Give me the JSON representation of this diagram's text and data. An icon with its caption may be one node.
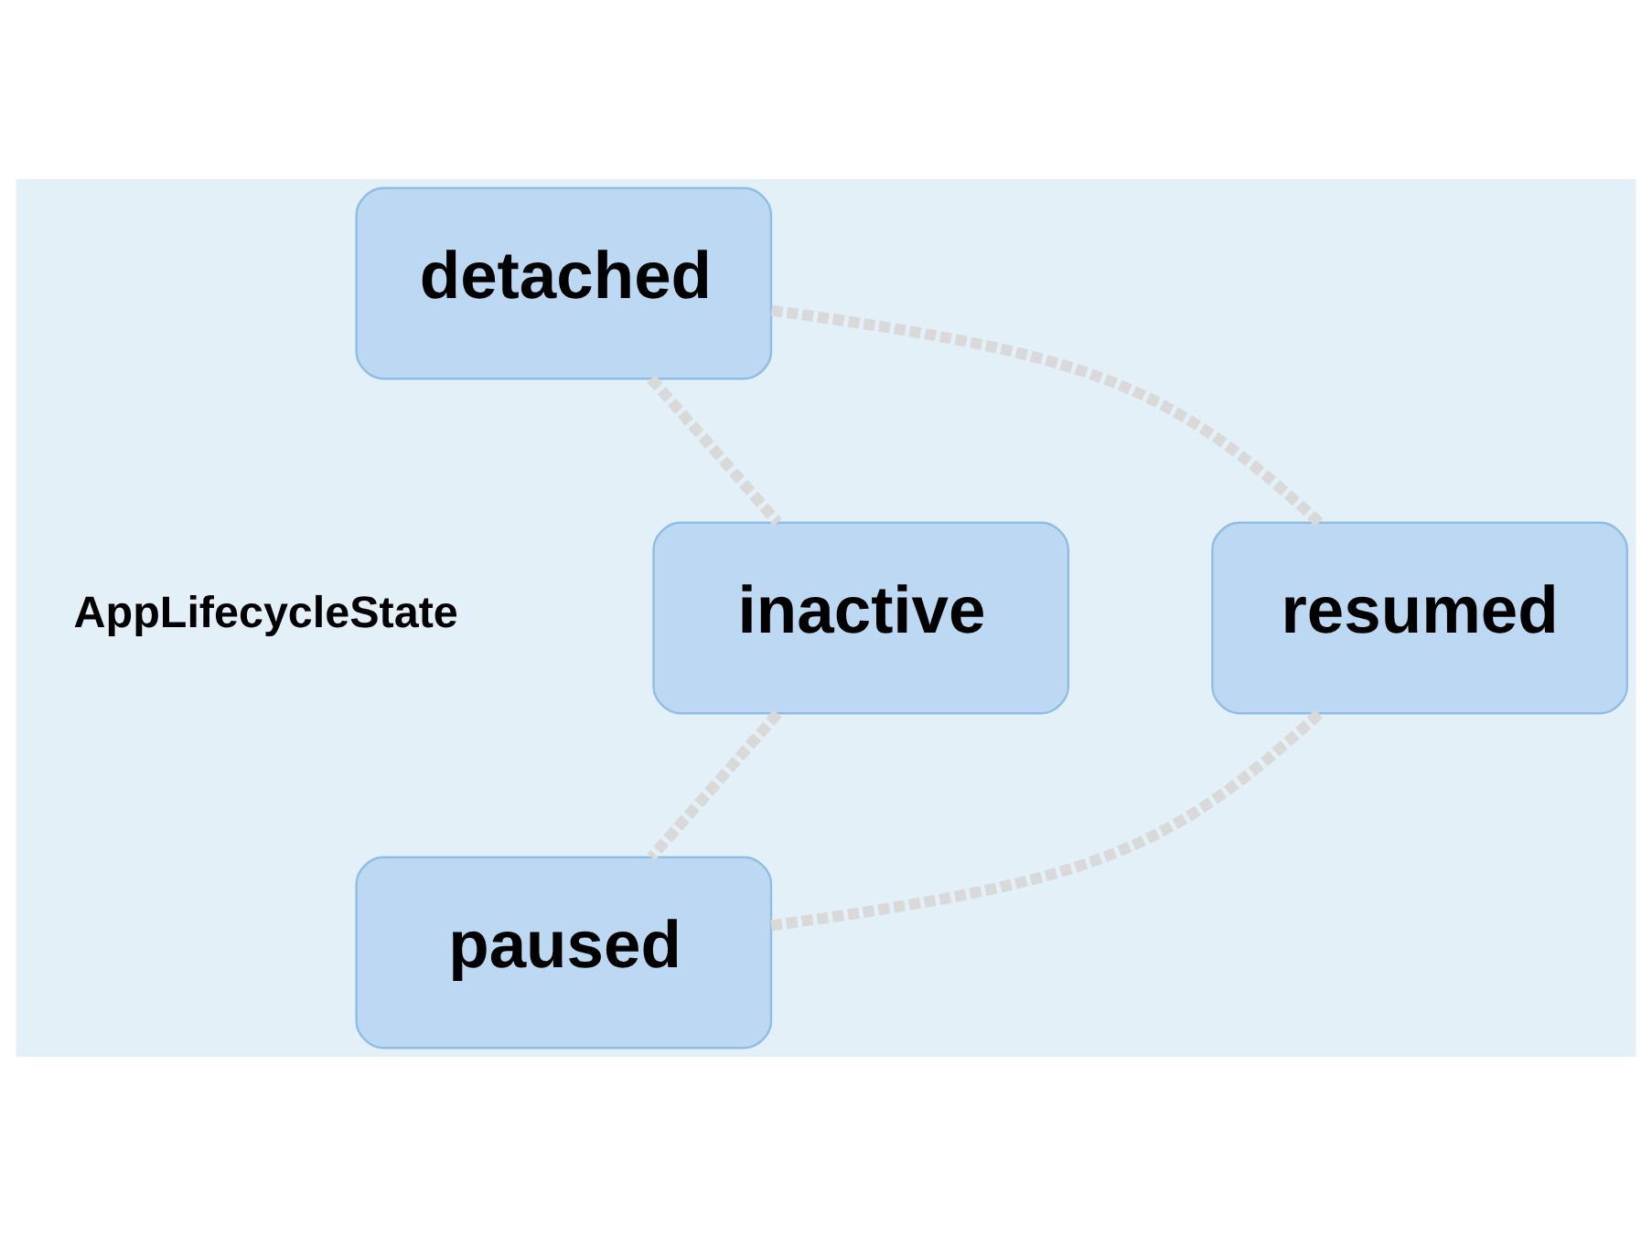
{
  "diagram": {
    "nodes": [
      {
        "text": [
          "detached"
        ]
      },
      {
        "text": [
          "resumed"
        ]
      },
      {
        "text": [
          "inactive"
        ]
      },
      {
        "text": [
          "paused"
        ]
      }
    ],
    "edges": [
      {
        "from": 0,
        "to": 2,
        "arrow": "none",
        "style": "dashed"
      },
      {
        "from": 2,
        "to": 3,
        "arrow": "none",
        "style": "dashed"
      },
      {
        "from": 3,
        "to": 1,
        "arrow": "none",
        "style": "dashed"
      },
      {
        "from": 1,
        "to": 0,
        "arrow": "none",
        "style": "dashed"
      }
    ],
    "labels": [
      "AppLifecycleState"
    ]
  }
}
